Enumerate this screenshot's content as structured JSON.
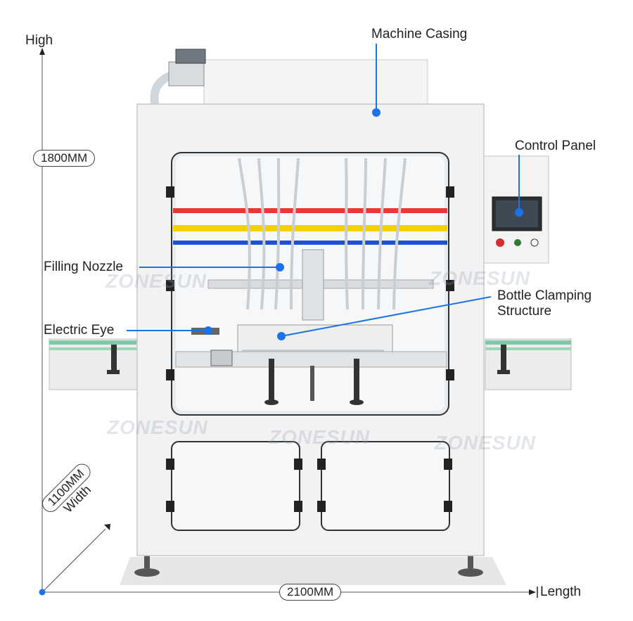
{
  "labels": {
    "machine_casing": "Machine Casing",
    "control_panel": "Control Panel",
    "filling_nozzle": "Filling Nozzle",
    "bottle_clamping_line1": "Bottle Clamping",
    "bottle_clamping_line2": "Structure",
    "electric_eye": "Electric Eye"
  },
  "dimensions": {
    "high_label": "High",
    "height_value": "1800MM",
    "width_value": "1100MM",
    "width_label": "Width",
    "length_value": "2100MM",
    "length_label": "Length"
  },
  "watermark": "ZONESUN",
  "colors": {
    "accent": "#1a73e8",
    "stripe_red": "#e53935",
    "stripe_yellow": "#f5d000",
    "stripe_blue": "#1e4fd8"
  }
}
